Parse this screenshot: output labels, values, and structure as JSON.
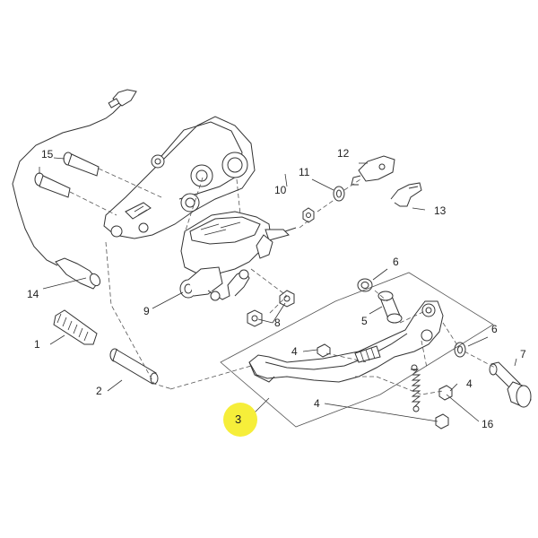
{
  "callouts": {
    "p1": "1",
    "p2": "2",
    "p3": "3",
    "p4a": "4",
    "p4b": "4",
    "p4c": "4",
    "p5": "5",
    "p6a": "6",
    "p6b": "6",
    "p7": "7",
    "p8": "8",
    "p9": "9",
    "p10": "10",
    "p11": "11",
    "p12": "12",
    "p13": "13",
    "p14": "14",
    "p15": "15",
    "p16": "16"
  },
  "highlight_color": "#f6ee3a",
  "line_color": "#333333"
}
